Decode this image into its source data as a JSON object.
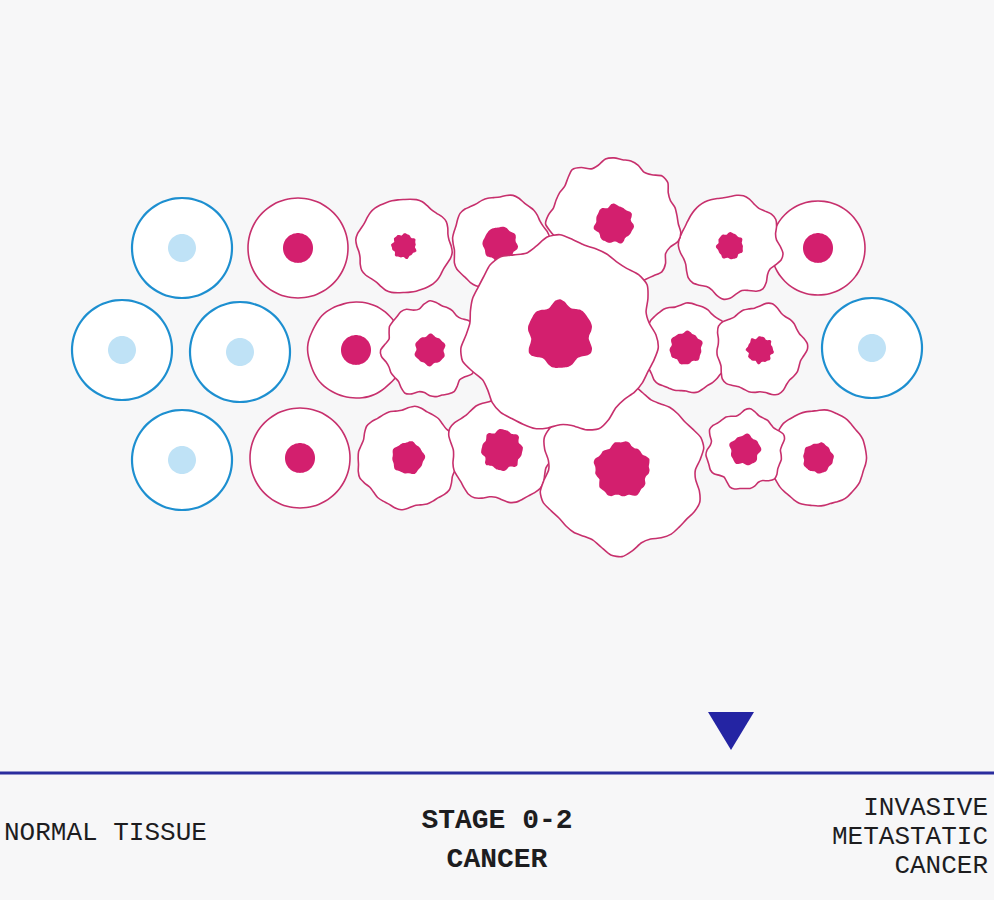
{
  "diagram": {
    "labels": [
      "NORMAL TISSUE",
      "STAGE 0-2 CANCER",
      "INVASIVE METASTATIC CANCER"
    ]
  }
}
